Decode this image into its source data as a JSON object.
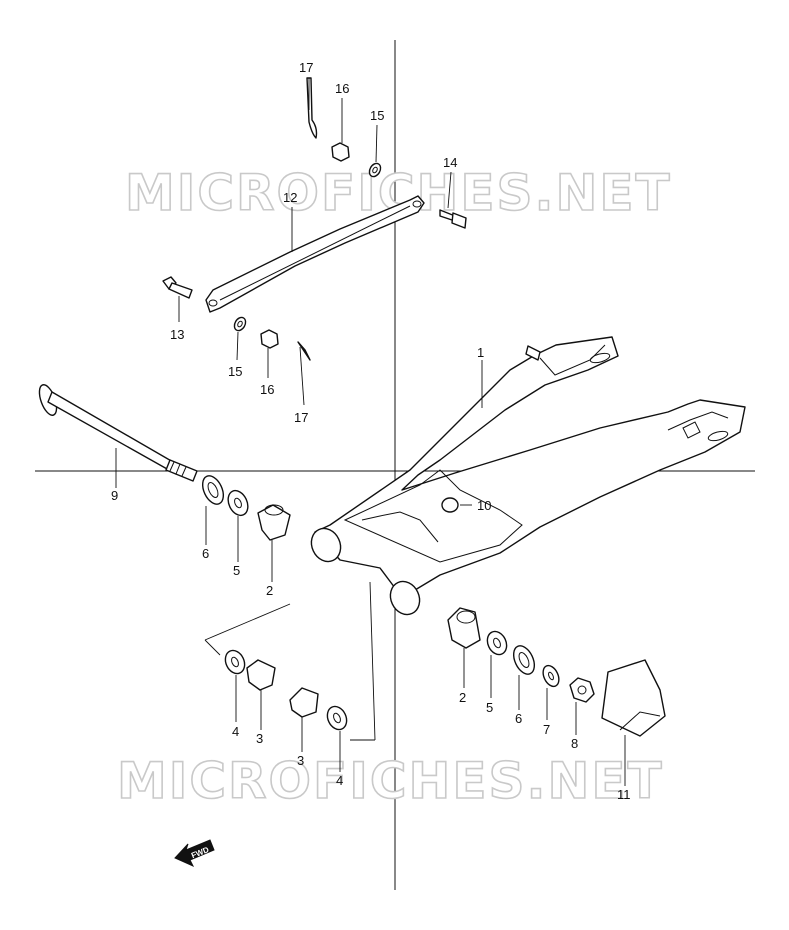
{
  "diagram": {
    "watermarks": [
      "MICROFICHES.NET",
      "MICROFICHES.NET"
    ],
    "fwd_label": "FWD",
    "callouts": [
      {
        "id": "c17a",
        "text": "17"
      },
      {
        "id": "c16a",
        "text": "16"
      },
      {
        "id": "c15a",
        "text": "15"
      },
      {
        "id": "c14",
        "text": "14"
      },
      {
        "id": "c12",
        "text": "12"
      },
      {
        "id": "c13",
        "text": "13"
      },
      {
        "id": "c15b",
        "text": "15"
      },
      {
        "id": "c16b",
        "text": "16"
      },
      {
        "id": "c17b",
        "text": "17"
      },
      {
        "id": "c1",
        "text": "1"
      },
      {
        "id": "c9",
        "text": "9"
      },
      {
        "id": "c10",
        "text": "10"
      },
      {
        "id": "c6a",
        "text": "6"
      },
      {
        "id": "c5a",
        "text": "5"
      },
      {
        "id": "c2a",
        "text": "2"
      },
      {
        "id": "c4a",
        "text": "4"
      },
      {
        "id": "c3a",
        "text": "3"
      },
      {
        "id": "c3b",
        "text": "3"
      },
      {
        "id": "c4b",
        "text": "4"
      },
      {
        "id": "c2b",
        "text": "2"
      },
      {
        "id": "c5b",
        "text": "5"
      },
      {
        "id": "c6b",
        "text": "6"
      },
      {
        "id": "c7",
        "text": "7"
      },
      {
        "id": "c8",
        "text": "8"
      },
      {
        "id": "c11",
        "text": "11"
      }
    ]
  }
}
